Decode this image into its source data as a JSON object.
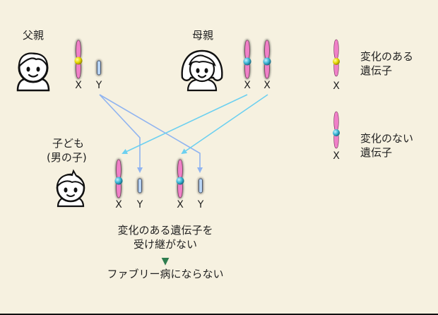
{
  "father": {
    "title": "父親",
    "chromosomes": [
      "X",
      "Y"
    ]
  },
  "mother": {
    "title": "母親",
    "chromosomes": [
      "X",
      "X"
    ]
  },
  "child": {
    "title_line1": "子ども",
    "title_line2": "(男の子)",
    "chromosomes": [
      "X",
      "Y",
      "X",
      "Y"
    ]
  },
  "legend": {
    "items": [
      {
        "line1": "変化のある",
        "line2": "遺伝子",
        "chromosome": "X",
        "marker_color": "#e6d800"
      },
      {
        "line1": "変化のない",
        "line2": "遺伝子",
        "chromosome": "X",
        "marker_color": "#3ab4d4"
      }
    ]
  },
  "conclusion": {
    "line1": "変化のある遺伝子を",
    "line2": "受け継がない",
    "arrow": "▼",
    "result": "ファブリー病にならない"
  },
  "colors": {
    "background": "#f6f1e0",
    "x_chromosome": "#f080c8",
    "y_chromosome": "#b8d4f4",
    "mutated_marker": "#e6d800",
    "normal_marker": "#3ab4d4",
    "father_arrow": "#90b4f0",
    "mother_arrow": "#6cd0f0",
    "result_arrow": "#2e7d4f"
  }
}
